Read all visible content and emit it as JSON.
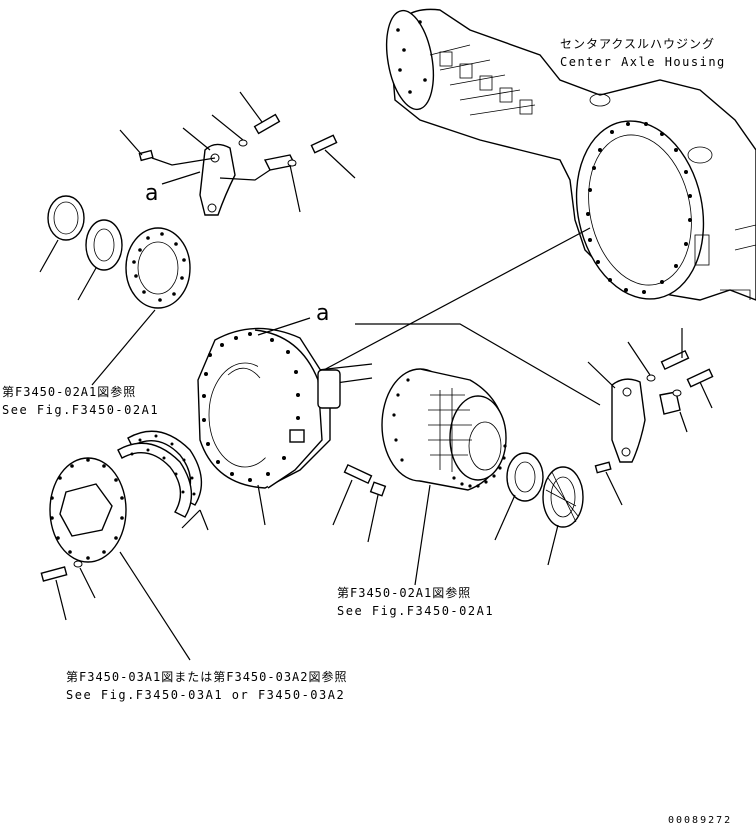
{
  "labels": {
    "center_axle_housing_jp": "センタアクスルハウジング",
    "center_axle_housing_en": "Center Axle Housing",
    "callout_a_upper": "a",
    "callout_a_lower": "a",
    "ref_left_jp": "第F3450-02A1図参照",
    "ref_left_en": "See Fig.F3450-02A1",
    "ref_center_jp": "第F3450-02A1図参照",
    "ref_center_en": "See Fig.F3450-02A1",
    "ref_bottom_jp": "第F3450-03A1図または第F3450-03A2図参照",
    "ref_bottom_en": "See Fig.F3450-03A1 or F3450-03A2",
    "document_number": "00089272"
  },
  "colors": {
    "line": "#000000",
    "background": "#ffffff"
  }
}
